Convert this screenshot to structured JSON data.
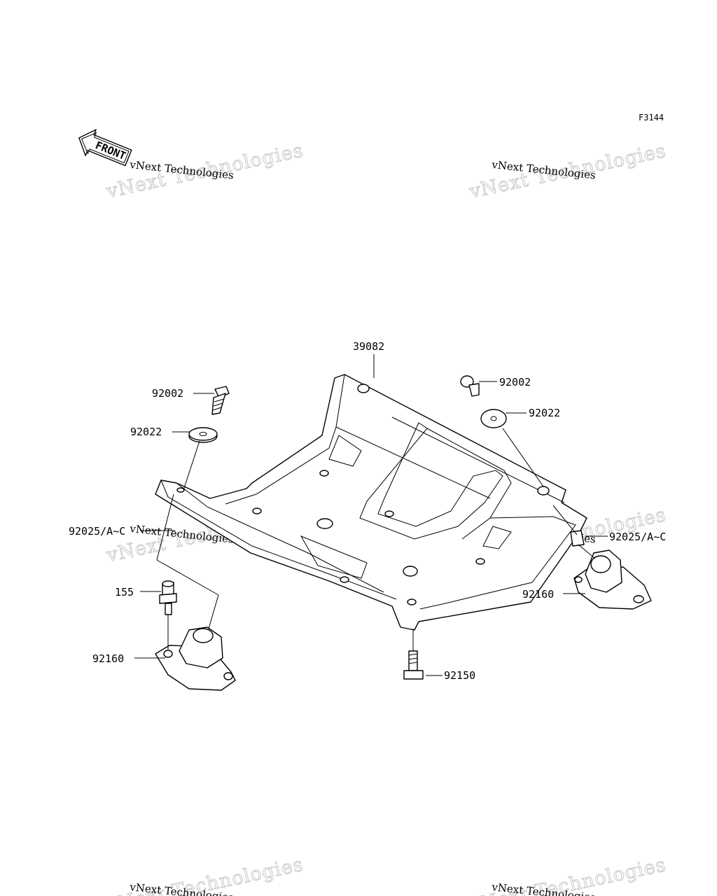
{
  "figure_id": "F3144",
  "front_label": "FRONT",
  "watermark": {
    "line1": "vNext Technologies",
    "big": "vNext Technologies"
  },
  "callouts": {
    "skid_plate": "39082",
    "bolt_left": "92002",
    "bolt_right": "92002",
    "washer_left": "92022",
    "washer_right": "92022",
    "collar_left": "92025/A~C",
    "collar_right": "92025/A~C",
    "bolt_155": "155",
    "mount_left": "92160",
    "mount_right": "92160",
    "bolt_bottom": "92150"
  }
}
